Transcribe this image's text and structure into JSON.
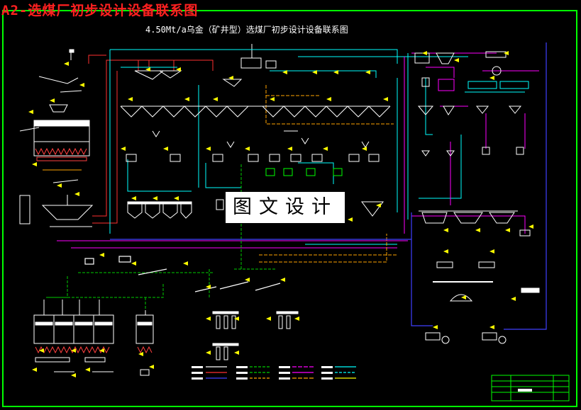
{
  "header": {
    "title": "A2-选煤厂初步设计设备联系图"
  },
  "drawing": {
    "subtitle": "4.50Mt/a乌金（矿井型）选煤厂初步设计设备联系图",
    "watermark": "图文设计"
  },
  "colors": {
    "background": "#000000",
    "frame": "#00ff00",
    "title_red": "#ff2020",
    "raw_coal_line": "#ff3030",
    "water_line": "#00ffff",
    "slurry_line": "#ff00ff",
    "product_line": "#00cc00",
    "medium_line": "#ffa500",
    "equipment": "#ffffff",
    "callout": "#ffff00",
    "pipe_blue": "#4040ff"
  }
}
